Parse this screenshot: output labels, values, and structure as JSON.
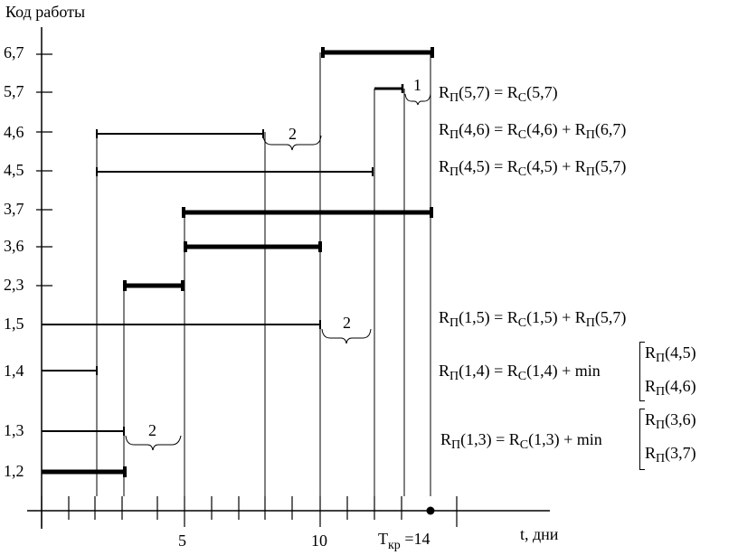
{
  "yaxis_title": "Код работы",
  "xaxis_title": "t, дни",
  "y_labels": [
    "6,7",
    "5,7",
    "4,6",
    "4,5",
    "3,7",
    "3,6",
    "2,3",
    "1,5",
    "1,4",
    "1,3",
    "1,2"
  ],
  "x_labels": {
    "five": "5",
    "ten": "10",
    "tkr": "T",
    "tkr_sub": "кр",
    "tkr_value": "=14"
  },
  "brace_labels": {
    "b57": "1",
    "b46": "2",
    "b15": "2",
    "b13": "2"
  },
  "formulas": {
    "f57": {
      "lhs_r": "R",
      "lhs_sub": "П",
      "lhs_args": "(5,7) =",
      "r1": "R",
      "r1_sub": "C",
      "r1_args": "(5,7)"
    },
    "f46": {
      "lhs_r": "R",
      "lhs_sub": "П",
      "lhs_args": "(4,6) =",
      "r1": "R",
      "r1_sub": "C",
      "r1_args": "(4,6) +",
      "r2": "R",
      "r2_sub": "П",
      "r2_args": "(6,7)"
    },
    "f45": {
      "lhs_r": "R",
      "lhs_sub": "П",
      "lhs_args": "(4,5) =",
      "r1": "R",
      "r1_sub": "C",
      "r1_args": "(4,5) +",
      "r2": "R",
      "r2_sub": "П",
      "r2_args": "(5,7)"
    },
    "f15": {
      "lhs_r": "R",
      "lhs_sub": "П",
      "lhs_args": "(1,5) =",
      "r1": "R",
      "r1_sub": "C",
      "r1_args": "(1,5) +",
      "r2": "R",
      "r2_sub": "П",
      "r2_args": "(5,7)"
    },
    "f14": {
      "lhs_r": "R",
      "lhs_sub": "П",
      "lhs_args": "(1,4) =",
      "r1": "R",
      "r1_sub": "C",
      "r1_args": "(1,4) + min",
      "m1": "R",
      "m1_sub": "П",
      "m1_args": "(4,5)",
      "m2": "R",
      "m2_sub": "П",
      "m2_args": "(4,6)"
    },
    "f13": {
      "lhs_r": "R",
      "lhs_sub": "П",
      "lhs_args": "(1,3) =",
      "r1": "R",
      "r1_sub": "C",
      "r1_args": "(1,3) + min",
      "m1": "R",
      "m1_sub": "П",
      "m1_args": "(3,6)",
      "m2": "R",
      "m2_sub": "П",
      "m2_args": "(3,7)"
    }
  }
}
